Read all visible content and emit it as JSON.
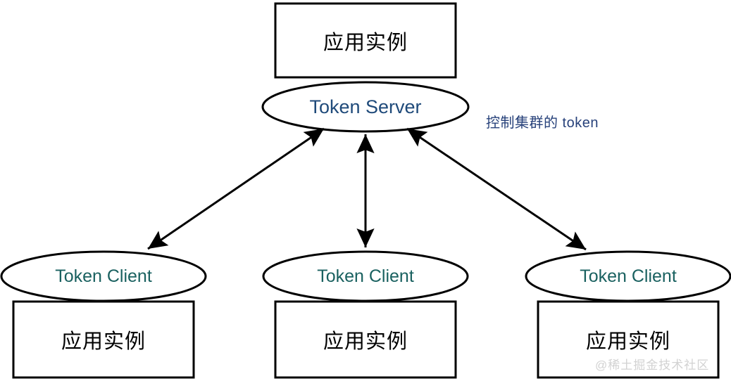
{
  "diagram": {
    "title": "Token Server / Token Client cluster topology",
    "colors": {
      "stroke": "#000000",
      "server_text": "#1f4a7a",
      "client_text": "#1a6160",
      "annotation_text": "#27417a",
      "watermark_text": "#d2d2d2",
      "background": "#ffffff"
    },
    "nodes": {
      "server_app_box": {
        "label": "应用实例"
      },
      "server_ellipse": {
        "label": "Token Server"
      },
      "client_left_ellipse": {
        "label": "Token Client"
      },
      "client_left_box": {
        "label": "应用实例"
      },
      "client_middle_ellipse": {
        "label": "Token Client"
      },
      "client_middle_box": {
        "label": "应用实例"
      },
      "client_right_ellipse": {
        "label": "Token Client"
      },
      "client_right_box": {
        "label": "应用实例"
      }
    },
    "annotations": {
      "server_note": "控制集群的 token"
    },
    "watermark": {
      "text": "@稀土掘金技术社区"
    },
    "edges": [
      {
        "name": "server-to-client-left",
        "from": "server_ellipse",
        "to": "client_left_ellipse",
        "arrows": "both"
      },
      {
        "name": "server-to-client-middle",
        "from": "server_ellipse",
        "to": "client_middle_ellipse",
        "arrows": "both"
      },
      {
        "name": "server-to-client-right",
        "from": "server_ellipse",
        "to": "client_right_ellipse",
        "arrows": "both"
      }
    ]
  }
}
